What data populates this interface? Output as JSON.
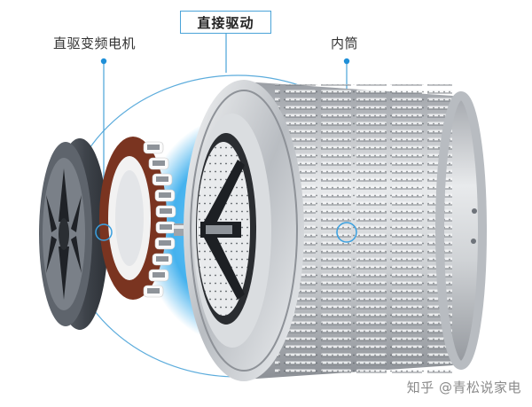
{
  "header": {
    "title": "直接驱动"
  },
  "callouts": [
    {
      "label": "直驱变频电机",
      "target": "motor-stator"
    },
    {
      "label": "内筒",
      "target": "inner-drum"
    }
  ],
  "watermark": {
    "text": "知乎 @青松说家电"
  },
  "components": [
    "rotor-cover",
    "stator-coils",
    "shaft",
    "inner-drum"
  ],
  "colors": {
    "accent": "#1e8fd8",
    "line": "#4aa3d8",
    "glow": "#3fb0ef",
    "rotor": "#4b5058",
    "copper": "#8a3a22",
    "steel": "#c9ccd0"
  }
}
